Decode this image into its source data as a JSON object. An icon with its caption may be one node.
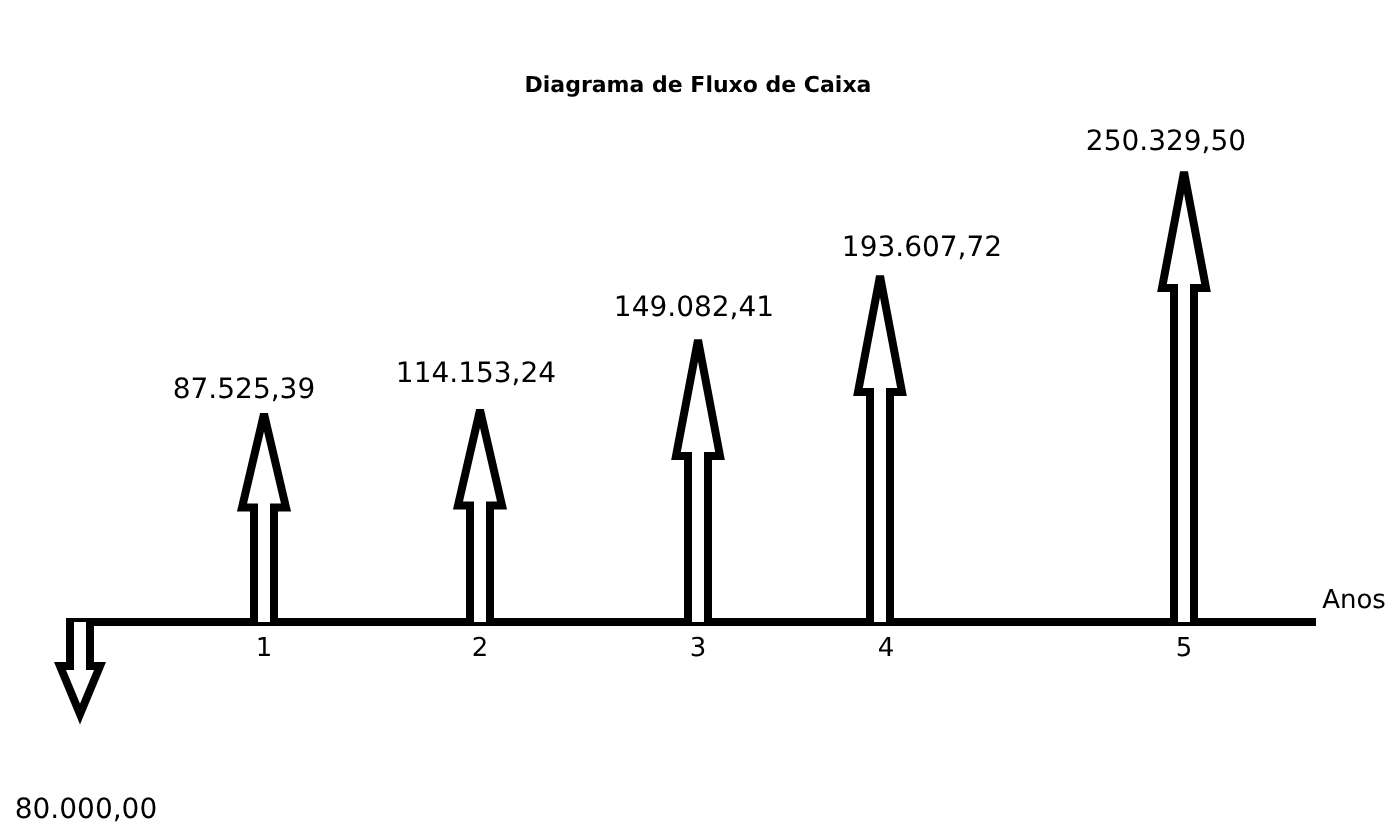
{
  "diagram": {
    "title": "Diagrama de Fluxo de Caixa",
    "labels": [
      "87.525,39",
      "114.153,24",
      "149.082,41",
      "193.607,72",
      "250.329,50",
      "Anos",
      "1",
      "2",
      "3",
      "4",
      "5",
      "80.000,00"
    ]
  }
}
